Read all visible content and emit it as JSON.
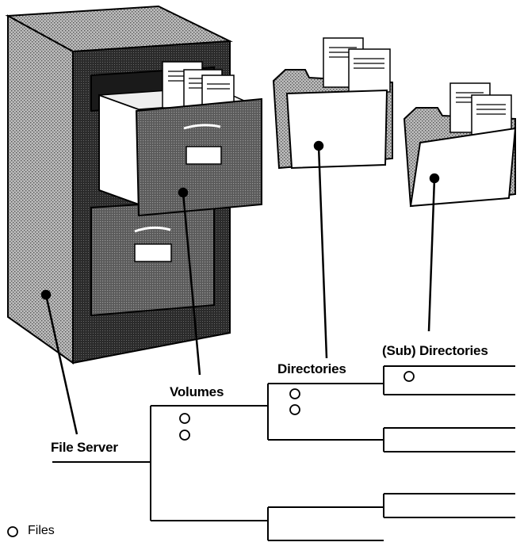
{
  "labels": {
    "file_server": "File Server",
    "volumes": "Volumes",
    "directories": "Directories",
    "sub_directories": "(Sub) Directories"
  },
  "legend": {
    "files_symbol": "O",
    "files_label": "Files"
  },
  "illustrations": {
    "cabinet": "filing-cabinet-icon",
    "folder_1": "folder-with-documents-icon",
    "folder_2": "folder-with-documents-icon"
  },
  "colors": {
    "ink": "#000000",
    "cabinet_dark": "#2a2a2a",
    "cabinet_mid": "#555555",
    "paper": "#ffffff"
  }
}
